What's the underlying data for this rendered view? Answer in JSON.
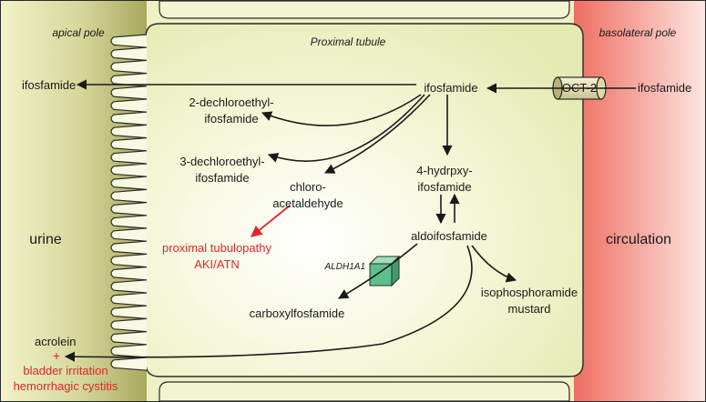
{
  "regions": {
    "apical_pole": "apical pole",
    "proximal_tubule": "Proximal tubule",
    "basolateral_pole": "basolateral pole",
    "urine": "urine",
    "circulation": "circulation"
  },
  "transporter": {
    "label": "OCT-2"
  },
  "enzyme": {
    "label": "ALDH1A1"
  },
  "compounds": {
    "ifosfamide_blood": "ifosfamide",
    "ifosfamide_cell": "ifosfamide",
    "ifosfamide_urine": "ifosfamide",
    "dechloro2_l1": "2-dechloroethyl-",
    "dechloro2_l2": "ifosfamide",
    "dechloro3_l1": "3-dechloroethyl-",
    "dechloro3_l2": "ifosfamide",
    "chloro_l1": "chloro-",
    "chloro_l2": "acetaldehyde",
    "hydroxy_l1": "4-hydrpxy-",
    "hydroxy_l2": "ifosfamide",
    "aldo": "aldoifosfamide",
    "carboxyl": "carboxylfosfamide",
    "iso_l1": "isophosphoramide",
    "iso_l2": "mustard",
    "acrolein": "acrolein"
  },
  "effects": {
    "tubulopathy_l1": "proximal tubulopathy",
    "tubulopathy_l2": "AKI/ATN",
    "plus": "+",
    "bladder_l1": "bladder irritation",
    "bladder_l2": "hemorrhagic cystitis"
  },
  "colors": {
    "cell_fill": "#eef1c4",
    "cell_center": "#ffffff",
    "apical_dark": "#b6b66a",
    "basolateral": "#f07a6e",
    "toxic_text": "#e0262a",
    "arrow": "#1a1a1a",
    "enzyme_box": "#5dbf8a"
  }
}
